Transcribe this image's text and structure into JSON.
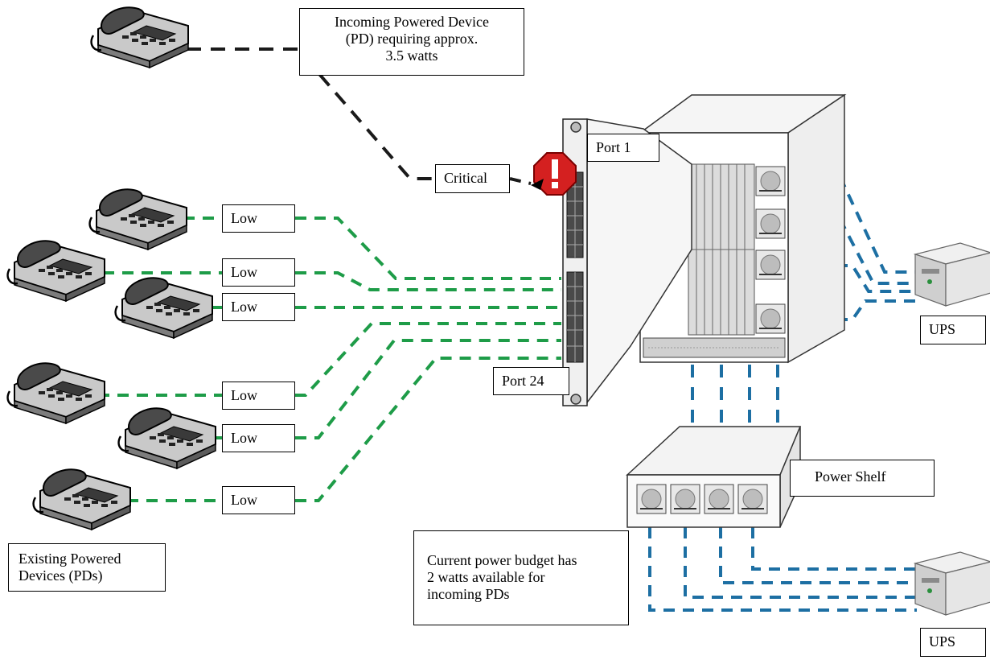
{
  "labels": {
    "incoming_pd": "Incoming Powered Device\n(PD) requiring approx.\n3.5 watts",
    "critical": "Critical",
    "port1": "Port 1",
    "port24": "Port 24",
    "low": "Low",
    "ups": "UPS",
    "power_shelf": "Power Shelf",
    "existing_pds": "Existing Powered\nDevices (PDs)",
    "budget": "Current power budget has\n2 watts available for\nincoming PDs"
  },
  "colors": {
    "existing_link": "#1e9c48",
    "incoming_link": "#1a1a1a",
    "power_link": "#1d6fa3",
    "alert": "#d42020"
  },
  "icons": [
    "telephone-icon",
    "alert-octagon-icon",
    "ups-icon",
    "chassis-icon",
    "power-shelf-icon",
    "poe-module-icon"
  ]
}
